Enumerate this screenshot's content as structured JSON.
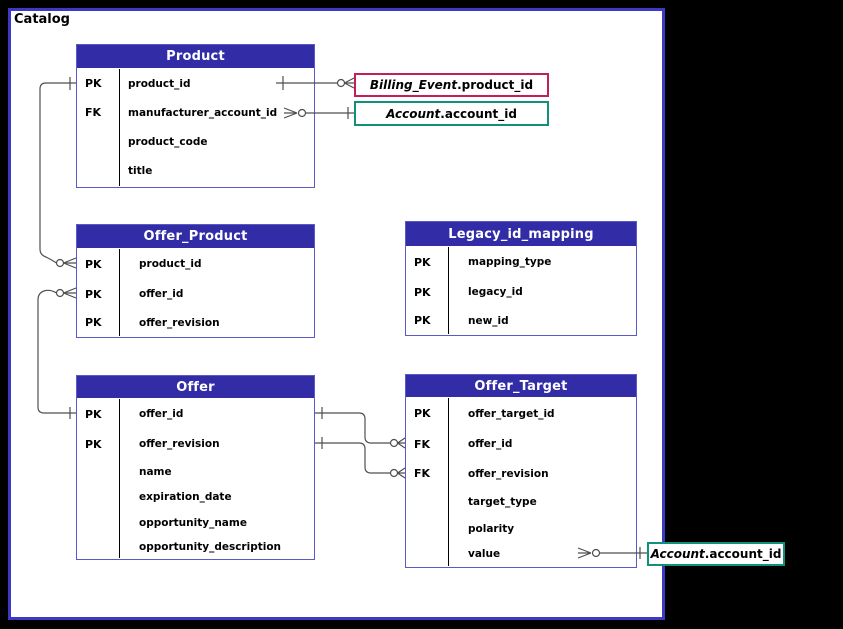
{
  "diagram": {
    "frame_label": "Catalog",
    "type": "entity-relationship-diagram"
  },
  "colors": {
    "header_bg": "#322da6",
    "table_border": "#5b58c8",
    "frame_border": "#3e39c4",
    "billing_ref_border": "#c32057",
    "account_ref_border": "#12917a",
    "connector": "#4f4f4f",
    "header_text": "#ffffff"
  },
  "tables": [
    {
      "name": "Product",
      "rows": [
        {
          "key": "PK",
          "attr": "product_id"
        },
        {
          "key": "FK",
          "attr": "manufacturer_account_id"
        },
        {
          "key": "",
          "attr": "product_code"
        },
        {
          "key": "",
          "attr": "title"
        }
      ]
    },
    {
      "name": "Offer_Product",
      "rows": [
        {
          "key": "PK",
          "attr": "product_id"
        },
        {
          "key": "PK",
          "attr": "offer_id"
        },
        {
          "key": "PK",
          "attr": "offer_revision"
        }
      ]
    },
    {
      "name": "Legacy_id_mapping",
      "rows": [
        {
          "key": "PK",
          "attr": "mapping_type"
        },
        {
          "key": "PK",
          "attr": "legacy_id"
        },
        {
          "key": "PK",
          "attr": "new_id"
        }
      ]
    },
    {
      "name": "Offer",
      "rows": [
        {
          "key": "PK",
          "attr": "offer_id"
        },
        {
          "key": "PK",
          "attr": "offer_revision"
        },
        {
          "key": "",
          "attr": "name"
        },
        {
          "key": "",
          "attr": "expiration_date"
        },
        {
          "key": "",
          "attr": "opportunity_name"
        },
        {
          "key": "",
          "attr": "opportunity_description"
        }
      ]
    },
    {
      "name": "Offer_Target",
      "rows": [
        {
          "key": "PK",
          "attr": "offer_target_id"
        },
        {
          "key": "FK",
          "attr": "offer_id"
        },
        {
          "key": "FK",
          "attr": "offer_revision"
        },
        {
          "key": "",
          "attr": "target_type"
        },
        {
          "key": "",
          "attr": "polarity"
        },
        {
          "key": "",
          "attr": "value"
        }
      ]
    }
  ],
  "external_refs": [
    {
      "entity": "Billing_Event",
      "attr": ".product_id"
    },
    {
      "entity": "Account",
      "attr": ".account_id"
    },
    {
      "entity": "Account",
      "attr": ".account_id"
    }
  ],
  "relationships": [
    {
      "from": "Product.product_id",
      "to": "Billing_Event.product_id",
      "from_card": "one",
      "to_card": "zero-or-many"
    },
    {
      "from": "Product.manufacturer_account_id",
      "to": "Account.account_id",
      "from_card": "zero-or-many",
      "to_card": "one"
    },
    {
      "from": "Product.product_id",
      "to": "Offer_Product.product_id",
      "from_card": "one",
      "to_card": "zero-or-many"
    },
    {
      "from": "Offer.offer_id",
      "to": "Offer_Product.offer_id",
      "from_card": "one",
      "to_card": "zero-or-many"
    },
    {
      "from": "Offer.offer_id",
      "to": "Offer_Target.offer_id",
      "from_card": "one",
      "to_card": "zero-or-many"
    },
    {
      "from": "Offer.offer_revision",
      "to": "Offer_Target.offer_revision",
      "from_card": "one",
      "to_card": "zero-or-many"
    },
    {
      "from": "Offer_Target.value",
      "to": "Account.account_id",
      "from_card": "zero-or-many",
      "to_card": "one"
    }
  ]
}
